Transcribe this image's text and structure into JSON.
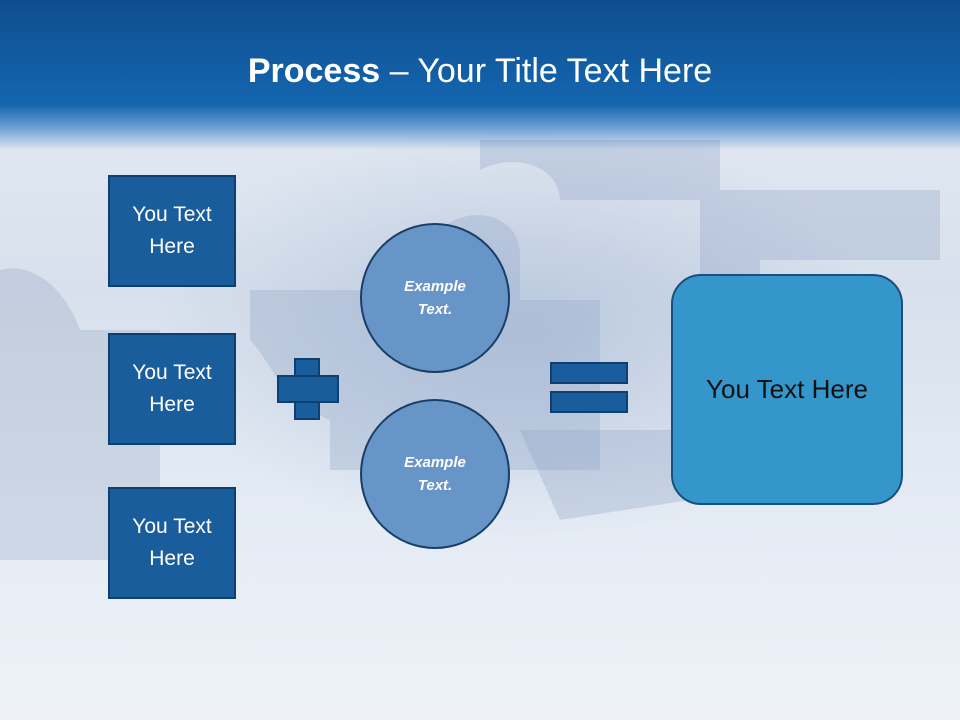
{
  "slide": {
    "title_bold": "Process",
    "title_rest": " – Your Title Text Here",
    "boxes": [
      {
        "label": "You Text Here"
      },
      {
        "label": "You Text Here"
      },
      {
        "label": "You Text Here"
      }
    ],
    "circles": [
      {
        "label": "Example Text."
      },
      {
        "label": "Example Text."
      }
    ],
    "result": {
      "label": "You Text Here"
    },
    "colors": {
      "header": "#1466b0",
      "box_fill": "#1a5d9c",
      "circle_fill": "#6895c8",
      "result_fill": "#3596cc"
    }
  }
}
